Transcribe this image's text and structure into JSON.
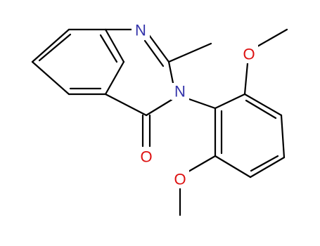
{
  "colors": {
    "bond": "#000000",
    "nitrogen": "#3333aa",
    "oxygen": "#dd1111",
    "background": "#ffffff"
  },
  "atoms": {
    "n1": {
      "symbol": "N",
      "element": "nitrogen"
    },
    "n3": {
      "symbol": "N",
      "element": "nitrogen"
    },
    "o_carbonyl": {
      "symbol": "O",
      "element": "oxygen"
    },
    "o_methoxy_top": {
      "symbol": "O",
      "element": "oxygen"
    },
    "o_methoxy_bottom": {
      "symbol": "O",
      "element": "oxygen"
    }
  }
}
